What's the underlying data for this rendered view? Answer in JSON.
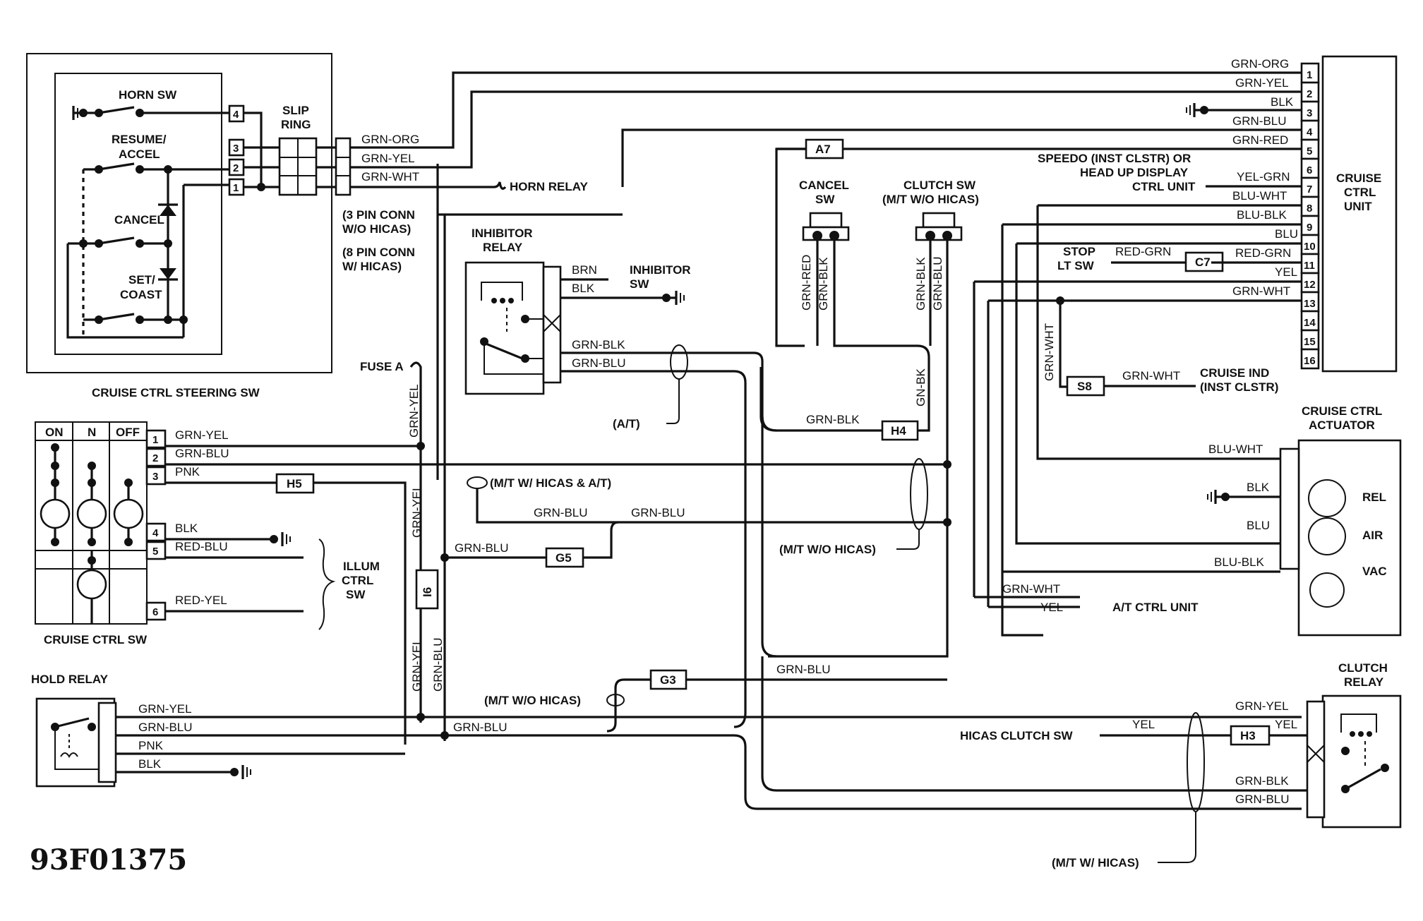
{
  "diagram_code": "93F01375",
  "components": {
    "cruise_ctrl_steering_sw": "CRUISE CTRL STEERING SW",
    "horn_sw": "HORN SW",
    "resume_accel": [
      "RESUME/",
      "ACCEL"
    ],
    "cancel": "CANCEL",
    "set_coast": [
      "SET/",
      "COAST"
    ],
    "slip_ring": [
      "SLIP",
      "RING"
    ],
    "horn_relay": "HORN RELAY",
    "conn_3pin": [
      "(3 PIN CONN",
      "W/O HICAS)"
    ],
    "conn_8pin": [
      "(8 PIN CONN",
      "W/ HICAS)"
    ],
    "inhibitor_relay": [
      "INHIBITOR",
      "RELAY"
    ],
    "inhibitor_sw": [
      "INHIBITOR",
      "SW"
    ],
    "fuse_a": "FUSE A",
    "cancel_sw": [
      "CANCEL",
      "SW"
    ],
    "clutch_sw": [
      "CLUTCH SW",
      "(M/T W/O HICAS)"
    ],
    "speedo": [
      "SPEEDO (INST CLSTR) OR",
      "HEAD UP DISPLAY",
      "CTRL UNIT"
    ],
    "cruise_ctrl_unit": [
      "CRUISE",
      "CTRL",
      "UNIT"
    ],
    "stop_lt_sw": [
      "STOP",
      "LT SW"
    ],
    "cruise_ind": [
      "CRUISE IND",
      "(INST CLSTR)"
    ],
    "cruise_ctrl_actuator": [
      "CRUISE CTRL",
      "ACTUATOR"
    ],
    "actuator_ports": [
      "REL",
      "AIR",
      "VAC"
    ],
    "cruise_ctrl_sw": "CRUISE CTRL SW",
    "switch_positions": [
      "ON",
      "N",
      "OFF"
    ],
    "illum_ctrl_sw": [
      "ILLUM",
      "CTRL",
      "SW"
    ],
    "hold_relay": "HOLD RELAY",
    "clutch_relay": [
      "CLUTCH",
      "RELAY"
    ],
    "at_ctrl_unit": "A/T CTRL UNIT",
    "hicas_clutch_sw": "HICAS CLUTCH SW"
  },
  "notes": {
    "at": "(A/T)",
    "mt_w_hicas_at": "(M/T W/ HICAS & A/T)",
    "mt_wo_hicas": "(M/T W/O HICAS)",
    "mt_wo_hicas_2": "(M/T W/O HICAS)",
    "mt_w_hicas": "(M/T W/ HICAS)"
  },
  "connectors": {
    "a7": "A7",
    "c7": "C7",
    "s8": "S8",
    "h4": "H4",
    "h5": "H5",
    "g5": "G5",
    "i6": "I6",
    "g3": "G3",
    "h3": "H3"
  },
  "ctrl_unit_pins": [
    "1",
    "2",
    "3",
    "4",
    "5",
    "6",
    "7",
    "8",
    "9",
    "10",
    "11",
    "12",
    "13",
    "14",
    "15",
    "16"
  ],
  "ctrl_unit_wires": [
    "GRN-ORG",
    "GRN-YEL",
    "BLK",
    "GRN-BLU",
    "GRN-RED",
    "YEL-GRN",
    "BLU-WHT",
    "BLU-BLK",
    "BLU",
    "RED-GRN",
    "YEL",
    "GRN-WHT"
  ],
  "steering_pins": [
    "4",
    "3",
    "2",
    "1"
  ],
  "steering_wires": [
    "GRN-ORG",
    "GRN-YEL",
    "GRN-WHT"
  ],
  "inhibitor_wires": [
    "BRN",
    "BLK",
    "GRN-BLK",
    "GRN-BLU"
  ],
  "cancel_sw_wires": [
    "GRN-RED",
    "GRN-BLK"
  ],
  "clutch_sw_wires": [
    "GRN-BLK",
    "GRN-BLU",
    "GN-BK"
  ],
  "misc_wires": {
    "fuse_grn_yel": "GRN-YEL",
    "stop_red_grn": "RED-GRN",
    "ctrl_grn_wht_v": "GRN-WHT",
    "ind_grn_wht": "GRN-WHT",
    "h4_grn_blk": "GRN-BLK",
    "mid_grn_blu_1": "GRN-BLU",
    "mid_grn_blu_2": "GRN-BLU",
    "g5_grn_blu": "GRN-BLU",
    "v_grn_yel_2": "GRN-YEL",
    "v_grn_yel_3": "GRN-YEL",
    "v_grn_blu": "GRN-BLU",
    "g3_grn_blu": "GRN-BLU",
    "hold_grn_blu": "GRN-BLU"
  },
  "actuator_wires": [
    "BLU-WHT",
    "BLK",
    "BLU",
    "BLU-BLK"
  ],
  "at_unit_wires": [
    "GRN-WHT",
    "YEL"
  ],
  "cruise_sw_pins": [
    "1",
    "2",
    "3",
    "4",
    "5",
    "6"
  ],
  "cruise_sw_wires": [
    "GRN-YEL",
    "GRN-BLU",
    "PNK",
    "BLK",
    "RED-BLU",
    "RED-YEL"
  ],
  "hold_relay_wires": [
    "GRN-YEL",
    "GRN-BLU",
    "PNK",
    "BLK"
  ],
  "clutch_relay_wires": [
    "GRN-YEL",
    "YEL",
    "GRN-BLK",
    "GRN-BLU"
  ],
  "hicas_wire": "YEL"
}
